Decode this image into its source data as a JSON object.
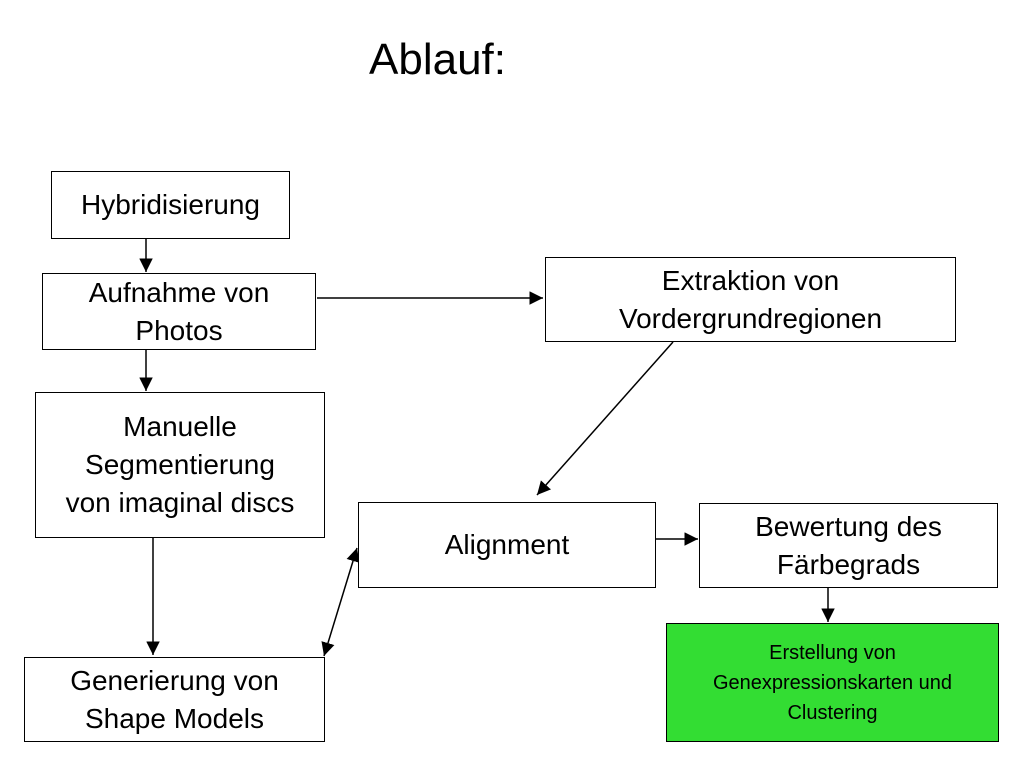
{
  "title": "Ablauf:",
  "boxes": {
    "hybridisierung": {
      "lines": [
        "Hybridisierung"
      ]
    },
    "aufnahme": {
      "lines": [
        "Aufnahme von",
        "Photos"
      ]
    },
    "segmentierung": {
      "lines": [
        "Manuelle",
        "Segmentierung",
        "von imaginal discs"
      ]
    },
    "generierung": {
      "lines": [
        "Generierung von",
        "Shape Models"
      ]
    },
    "extraktion": {
      "lines": [
        "Extraktion von",
        "Vordergrundregionen"
      ]
    },
    "alignment": {
      "lines": [
        "Alignment"
      ]
    },
    "bewertung": {
      "lines": [
        "Bewertung des",
        "Färbegrads"
      ]
    },
    "erstellung": {
      "lines": [
        "Erstellung von",
        "Genexpressionskarten und",
        "Clustering"
      ],
      "fill": "#33dd33"
    }
  },
  "colors": {
    "stroke": "#000000",
    "highlight": "#33dd33"
  }
}
